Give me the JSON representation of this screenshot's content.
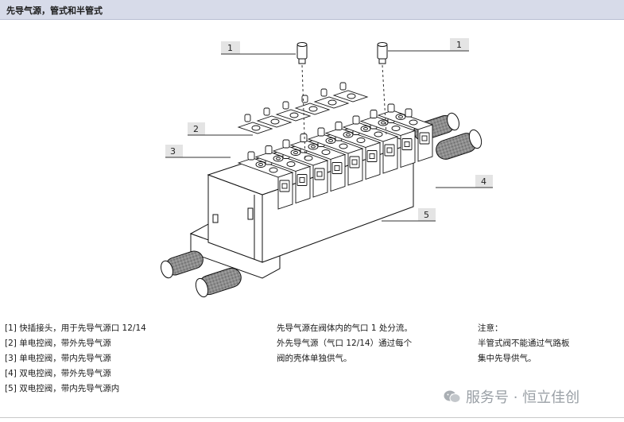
{
  "header": {
    "title": "先导气源，管式和半管式"
  },
  "callouts": {
    "c1a": "1",
    "c1b": "1",
    "c2": "2",
    "c3": "3",
    "c4": "4",
    "c5": "5"
  },
  "legend": {
    "items": [
      "[1] 快插接头，用于先导气源口 12/14",
      "[2] 单电控阀，带外先导气源",
      "[3] 单电控阀，带内先导气源",
      "[4] 双电控阀，带外先导气源",
      "[5] 双电控阀，带内先导气源内"
    ]
  },
  "notes_mid": {
    "lines": [
      "先导气源在阀体内的气口 1 处分流。",
      "外先导气源（气口 12/14）通过每个",
      "阀的壳体单独供气。"
    ]
  },
  "notes_right": {
    "title": "注意：",
    "lines": [
      "半管式阀不能通过气路板",
      "集中先导供气。"
    ]
  },
  "watermark": {
    "text": "服务号 · 恒立佳创",
    "icon": "wechat-icon"
  }
}
